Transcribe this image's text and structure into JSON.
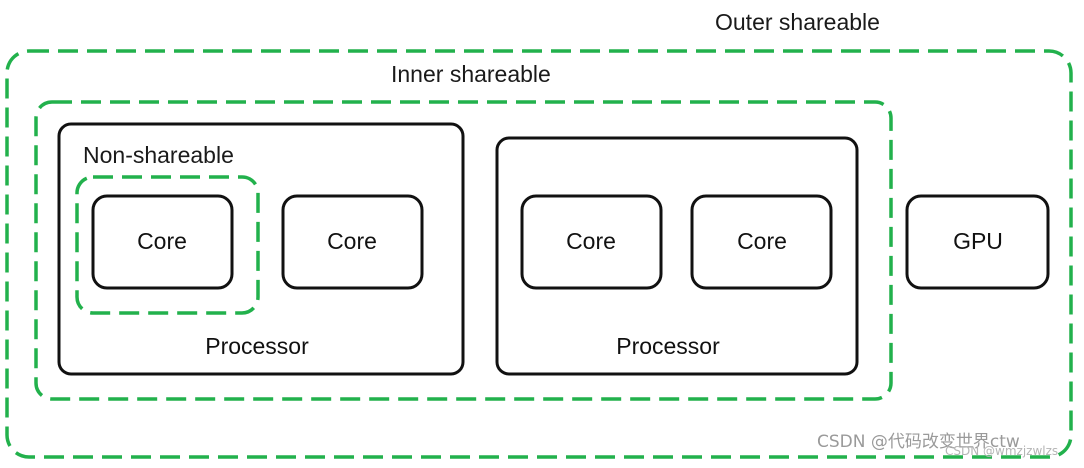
{
  "colors": {
    "dashed_border": "#22b14c",
    "solid_border": "#111111",
    "text": "#1a1a1a",
    "watermark": "#9a9a9a"
  },
  "domains": {
    "outer_label": "Outer shareable",
    "inner_label": "Inner shareable",
    "non_shareable_label": "Non-shareable"
  },
  "processors": [
    {
      "label": "Processor",
      "cores": [
        "Core",
        "Core"
      ]
    },
    {
      "label": "Processor",
      "cores": [
        "Core",
        "Core"
      ]
    }
  ],
  "gpu": {
    "label": "GPU"
  },
  "watermark": {
    "text": "CSDN @代码改变世界ctw",
    "faint_text": "CSDN @wmzjzwlzs"
  }
}
